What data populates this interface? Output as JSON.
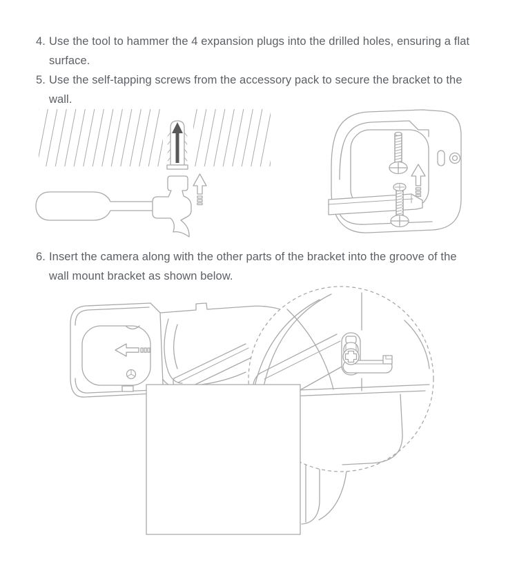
{
  "colors": {
    "background": "#ffffff",
    "text": "#5c6065",
    "line_art": "#a9a9a9",
    "arrow": "#6a6a6a",
    "arrow_dark": "#585858"
  },
  "steps": [
    {
      "number": "4.",
      "lines": [
        "Use the tool to hammer the 4 expansion plugs into the drilled holes, ensuring a flat",
        "surface."
      ]
    },
    {
      "number": "5.",
      "lines": [
        "Use the self-tapping screws from the accessory pack to secure the bracket to the",
        "wall."
      ]
    },
    {
      "number": "6.",
      "lines": [
        "Insert the camera along with the other parts of the bracket into the groove of the",
        "wall mount bracket as shown below."
      ]
    }
  ]
}
